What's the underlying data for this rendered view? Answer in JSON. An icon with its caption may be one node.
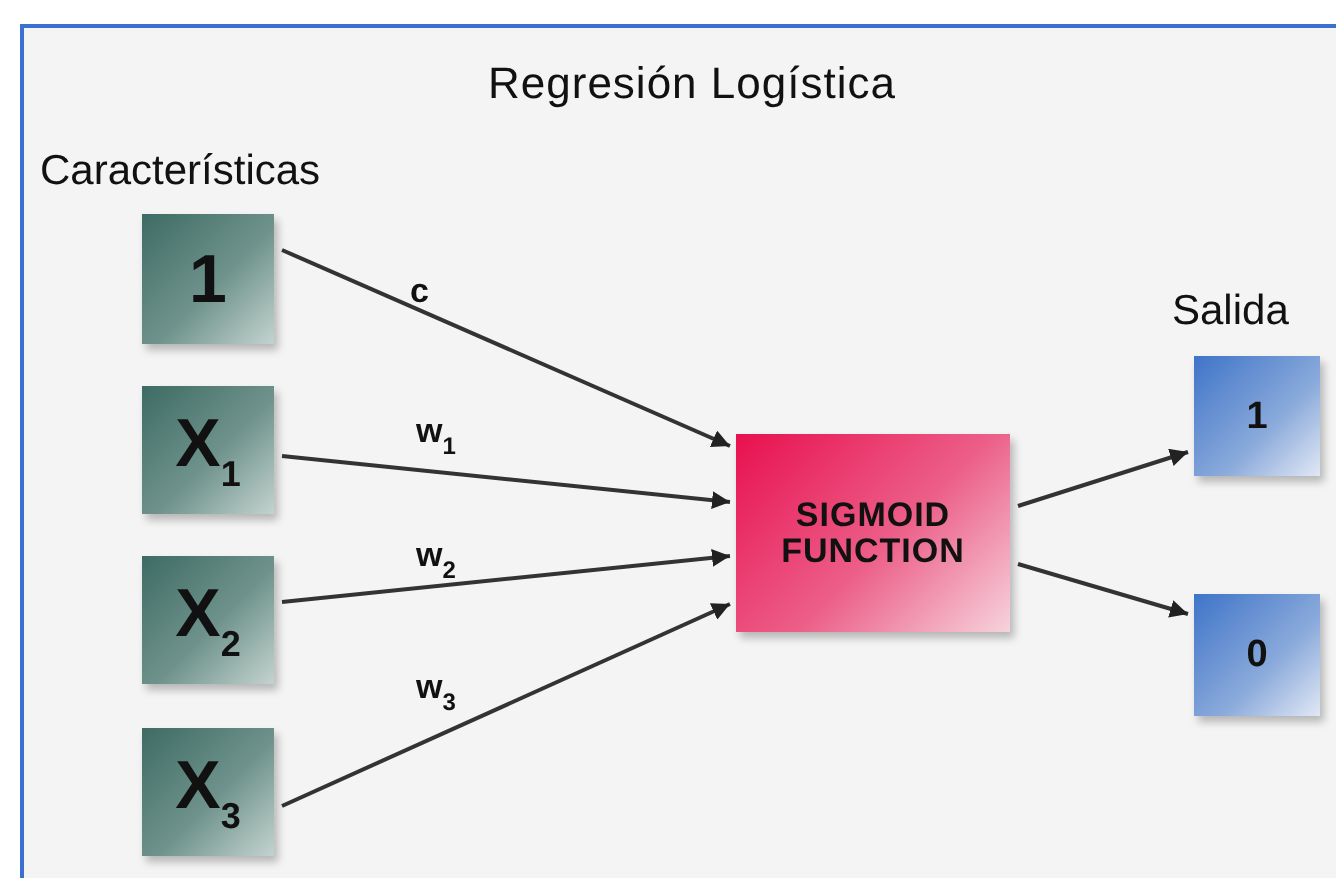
{
  "diagram": {
    "title": "Regresión Logística",
    "nodes": [
      {
        "text": [
          "1"
        ]
      },
      {
        "text": [
          "X$_{1}$"
        ]
      },
      {
        "text": [
          "X$_{2}$"
        ]
      },
      {
        "text": [
          "X$_{3}$"
        ]
      },
      {
        "text": [
          "SIGMOID FUNCTION"
        ]
      },
      {
        "text": [
          "1"
        ]
      },
      {
        "text": [
          "0"
        ]
      }
    ],
    "edges": [
      {
        "from": 0,
        "to": 4,
        "arrow": "to",
        "label": "c"
      },
      {
        "from": 1,
        "to": 4,
        "arrow": "to",
        "label": "w$_{1}$"
      },
      {
        "from": 2,
        "to": 4,
        "arrow": "to",
        "label": "w$_{2}$"
      },
      {
        "from": 3,
        "to": 4,
        "arrow": "to",
        "label": "w$_{3}$"
      },
      {
        "from": 4,
        "to": 5,
        "arrow": "to"
      },
      {
        "from": 4,
        "to": 6,
        "arrow": "to"
      }
    ],
    "labels": [
      "Características",
      "Salida"
    ]
  }
}
